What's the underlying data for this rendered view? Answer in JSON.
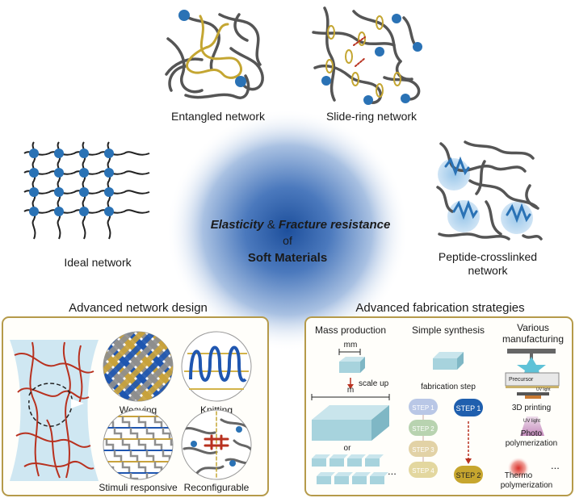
{
  "center": {
    "elasticity": "Elasticity",
    "amp": " & ",
    "fracture": "Fracture resistance",
    "of": "of",
    "soft": "Soft Materials"
  },
  "networks": {
    "entangled": "Entangled network",
    "slide_ring": "Slide-ring network",
    "ideal": "Ideal network",
    "peptide_1": "Peptide-crosslinked",
    "peptide_2": "network"
  },
  "design": {
    "title": "Advanced network design",
    "weaving": "Weaving",
    "knitting": "Knitting",
    "stimuli": "Stimuli responsive",
    "reconfig": "Reconfigurable"
  },
  "fabrication": {
    "title": "Advanced fabrication strategies",
    "mass": "Mass production",
    "mm": "mm",
    "scale_up": "scale up",
    "m": "m",
    "or": "or",
    "ellipsis": "...",
    "simple": "Simple synthesis",
    "fab_step": "fabrication step",
    "steps": [
      "STEP 1",
      "STEP 2",
      "STEP 3",
      "STEP 4"
    ],
    "step1": "STEP 1",
    "step2": "STEP 2",
    "various_1": "Various",
    "various_2": "manufacturing",
    "precursor": "Precursor",
    "uv": "UV light",
    "printing": "3D printing",
    "uv_light": "UV light",
    "photo_1": "Photo",
    "photo_2": "polymerization",
    "thermo_1": "Thermo",
    "thermo_2": "polymerization"
  },
  "colors": {
    "chain": "#4d4d4d",
    "node": "#2a72b5",
    "gold": "#c9a227",
    "red": "#b8311f",
    "frame": "#b59a4a",
    "block": "#a7d3dd"
  }
}
